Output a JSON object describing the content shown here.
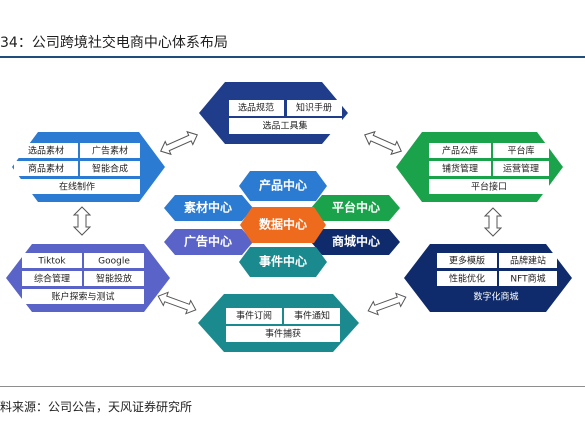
{
  "title": "34：公司跨境社交电商中心体系布局",
  "source": "料来源：公司公告，天风证券研究所",
  "colors": {
    "navy": "#1f3d8a",
    "blue": "#2b7bd3",
    "green": "#1aa34a",
    "dark_navy": "#0f2b6b",
    "purple": "#5a63c8",
    "orange": "#ee6a1d",
    "teal": "#1b8a8e",
    "rule": "#1f4e79"
  },
  "nodes": {
    "top": {
      "cells": [
        "选品规范",
        "知识手册"
      ],
      "footer": "选品工具集"
    },
    "left_top": {
      "cells": [
        "选品素材",
        "广告素材",
        "商品素材",
        "智能合成"
      ],
      "footer": "在线制作"
    },
    "right_top": {
      "cells": [
        "产品公库",
        "平台库",
        "铺货管理",
        "运营管理"
      ],
      "footer": "平台接口"
    },
    "left_bottom": {
      "cells": [
        "Tiktok",
        "Google",
        "综合管理",
        "智能投放"
      ],
      "footer": "账户探索与测试"
    },
    "right_bottom": {
      "cells": [
        "更多模版",
        "品牌建站",
        "性能优化",
        "NFT商城"
      ],
      "footer": "数字化商城"
    },
    "bottom": {
      "cells": [
        "事件订阅",
        "事件通知"
      ],
      "footer": "事件捕获"
    }
  },
  "center": {
    "product": "产品中心",
    "material": "素材中心",
    "platform": "平台中心",
    "data": "数据中心",
    "ad": "广告中心",
    "mall": "商城中心",
    "event": "事件中心"
  }
}
